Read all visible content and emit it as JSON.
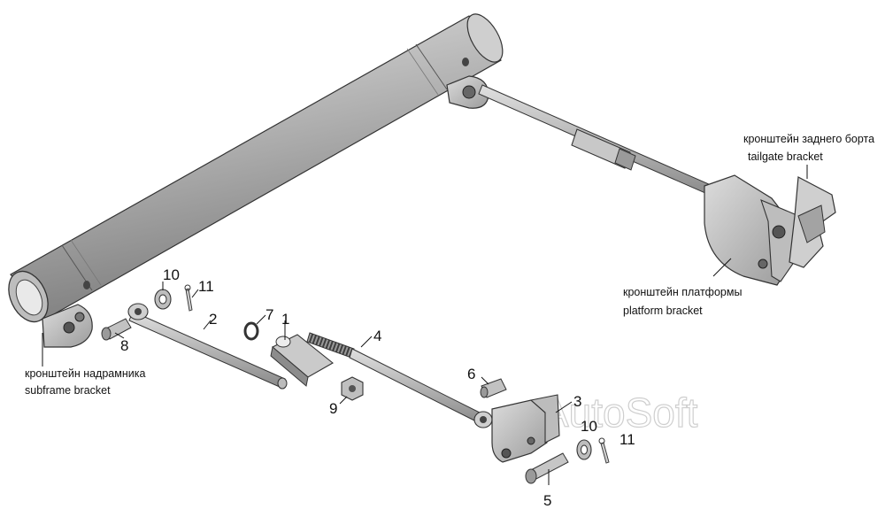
{
  "watermark": "AutoSoft",
  "captions": {
    "tailgate_ru": "кронштейн заднего борта",
    "tailgate_en": "tailgate bracket",
    "platform_ru": "кронштейн платформы",
    "platform_en": "platform bracket",
    "subframe_ru": "кронштейн надрамника",
    "subframe_en": "subframe bracket"
  },
  "part_numbers": {
    "p1": "1",
    "p2": "2",
    "p3": "3",
    "p4": "4",
    "p5": "5",
    "p6": "6",
    "p7": "7",
    "p8": "8",
    "p9": "9",
    "p10a": "10",
    "p10b": "10",
    "p11a": "11",
    "p11b": "11"
  },
  "colors": {
    "metal_light": "#d8d8d8",
    "metal_mid": "#a9a9a9",
    "metal_dark": "#6f6f6f",
    "outline": "#333333"
  }
}
